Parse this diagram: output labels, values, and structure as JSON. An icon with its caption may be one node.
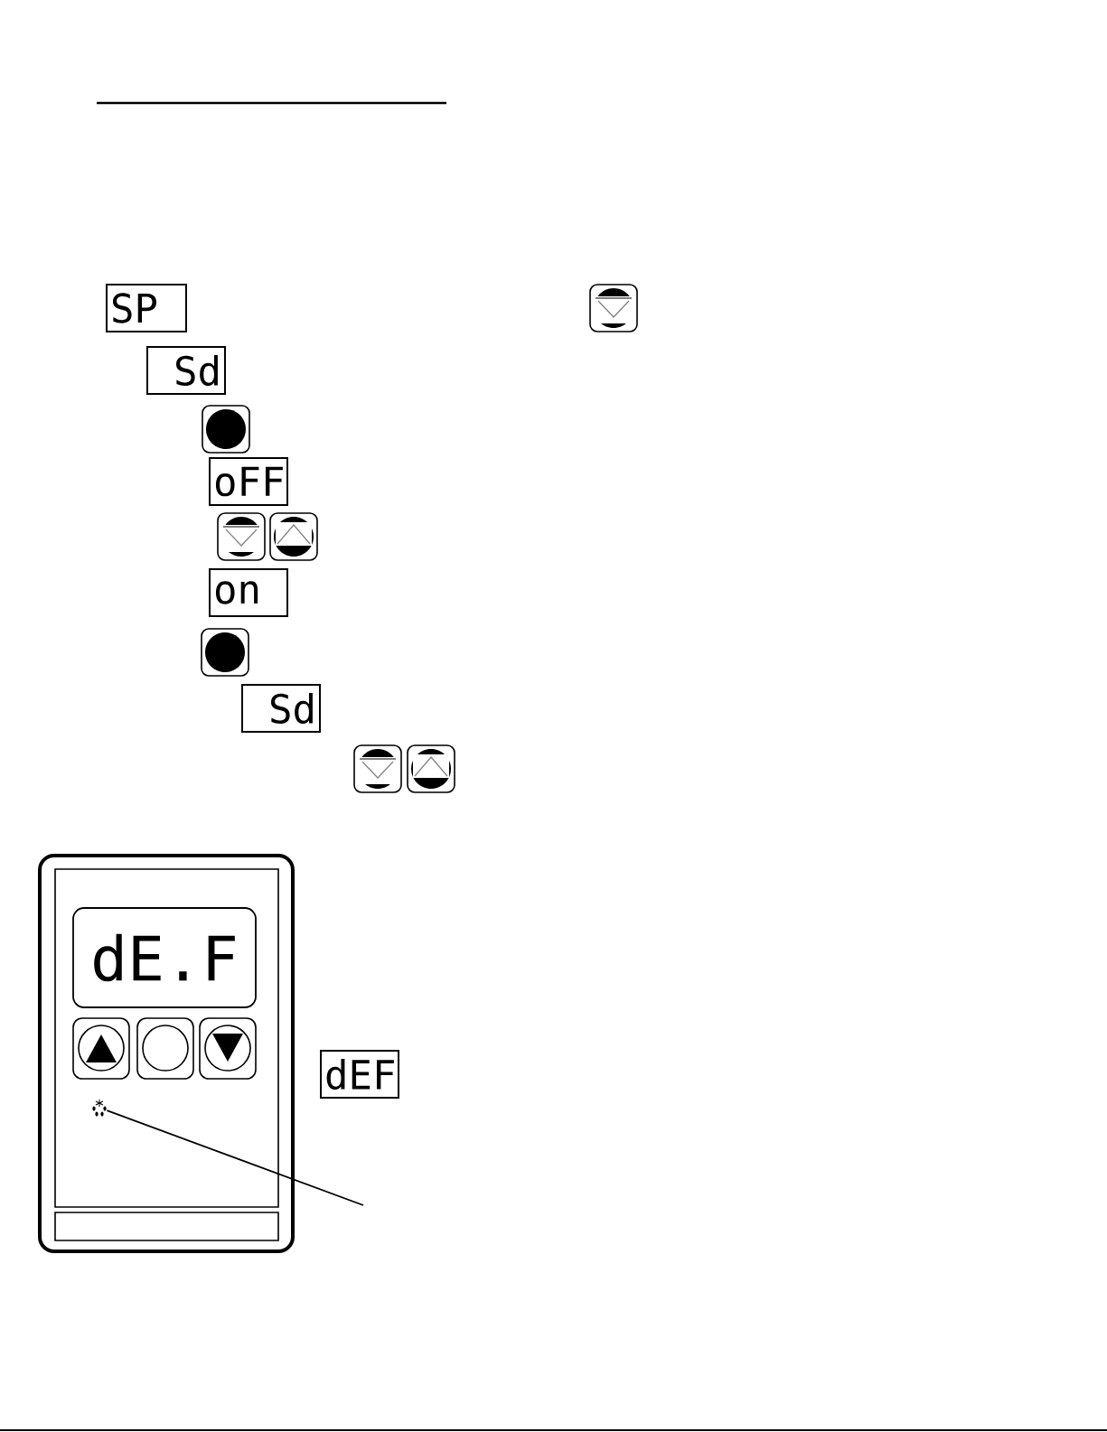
{
  "diagram": {
    "nodes": [
      {
        "text": [
          "SP"
        ]
      },
      {
        "text": [
          "Sd"
        ]
      },
      {
        "text": [
          "oFF"
        ]
      },
      {
        "text": [
          "on"
        ]
      },
      {
        "text": [
          "Sd"
        ]
      },
      {
        "text": [
          "dE.F"
        ]
      },
      {
        "text": [
          "dEF"
        ]
      },
      {
        "text": [],
        "shape": "icon"
      }
    ],
    "edges": [
      {
        "from": null,
        "to": 7,
        "arrow": "none"
      }
    ]
  }
}
